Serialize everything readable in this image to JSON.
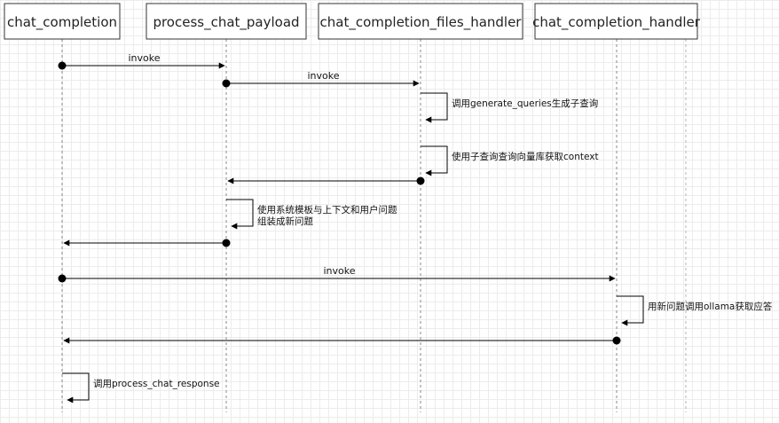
{
  "participants": [
    {
      "id": "cc",
      "label": "chat_completion"
    },
    {
      "id": "pcp",
      "label": "process_chat_payload"
    },
    {
      "id": "cfh",
      "label": "chat_completion_files_handler"
    },
    {
      "id": "cch",
      "label": "chat_completion_handler"
    }
  ],
  "messages": [
    {
      "from": "cc",
      "to": "pcp",
      "label": "invoke"
    },
    {
      "from": "pcp",
      "to": "cfh",
      "label": "invoke"
    },
    {
      "self": "cfh",
      "label_lines": [
        "调用generate_queries生成子查询"
      ]
    },
    {
      "self": "cfh",
      "label_lines": [
        "使用子查询查询向量库获取context"
      ]
    },
    {
      "from": "cfh",
      "to": "pcp",
      "label": ""
    },
    {
      "self": "pcp",
      "label_lines": [
        "使用系统模板与上下文和用户问题",
        "组装成新问题"
      ]
    },
    {
      "from": "pcp",
      "to": "cc",
      "label": ""
    },
    {
      "from": "cc",
      "to": "cch",
      "label": "invoke"
    },
    {
      "self": "cch",
      "label_lines": [
        "用新问题调用ollama获取应答"
      ]
    },
    {
      "from": "cch",
      "to": "cc",
      "label": ""
    },
    {
      "self": "cc",
      "label_lines": [
        "调用process_chat_response"
      ]
    }
  ],
  "colors": {
    "line": "#000000",
    "lifeline": "#8a8a8a",
    "box_border": "#333333"
  }
}
